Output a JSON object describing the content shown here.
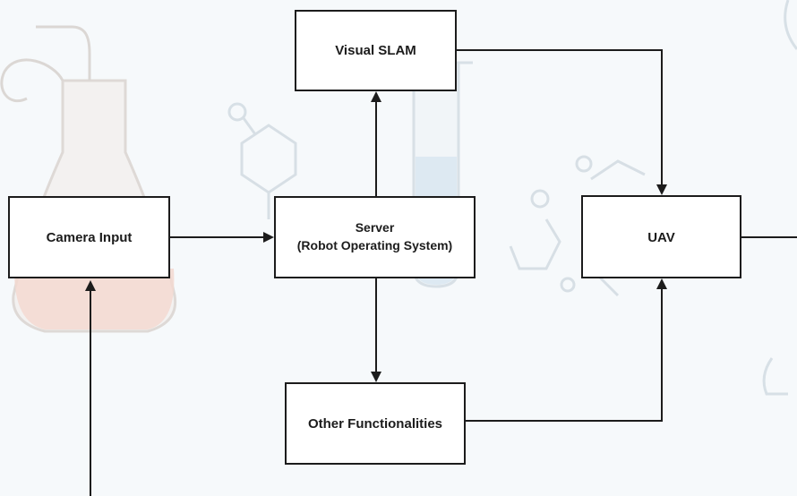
{
  "diagram": {
    "nodes": {
      "camera_input": {
        "label": "Camera Input"
      },
      "server": {
        "label_line1": "Server",
        "label_line2": "(Robot Operating System)"
      },
      "visual_slam": {
        "label": "Visual SLAM"
      },
      "other_functionalities": {
        "label": "Other Functionalities"
      },
      "uav": {
        "label": "UAV"
      }
    },
    "edges": [
      {
        "from": "camera_input",
        "to": "server"
      },
      {
        "from": "server",
        "to": "visual_slam"
      },
      {
        "from": "server",
        "to": "other_functionalities"
      },
      {
        "from": "visual_slam",
        "to": "uav"
      },
      {
        "from": "other_functionalities",
        "to": "uav"
      },
      {
        "from": "uav",
        "to": "camera_input"
      }
    ]
  },
  "colors": {
    "box_fill": "#ffffff",
    "stroke": "#1c1c1c",
    "background": "#f6f9fb",
    "flask_liquid": "#f3d6cc"
  },
  "background_icons": [
    "flask-icon",
    "test-tube-icon",
    "molecule-icon"
  ]
}
